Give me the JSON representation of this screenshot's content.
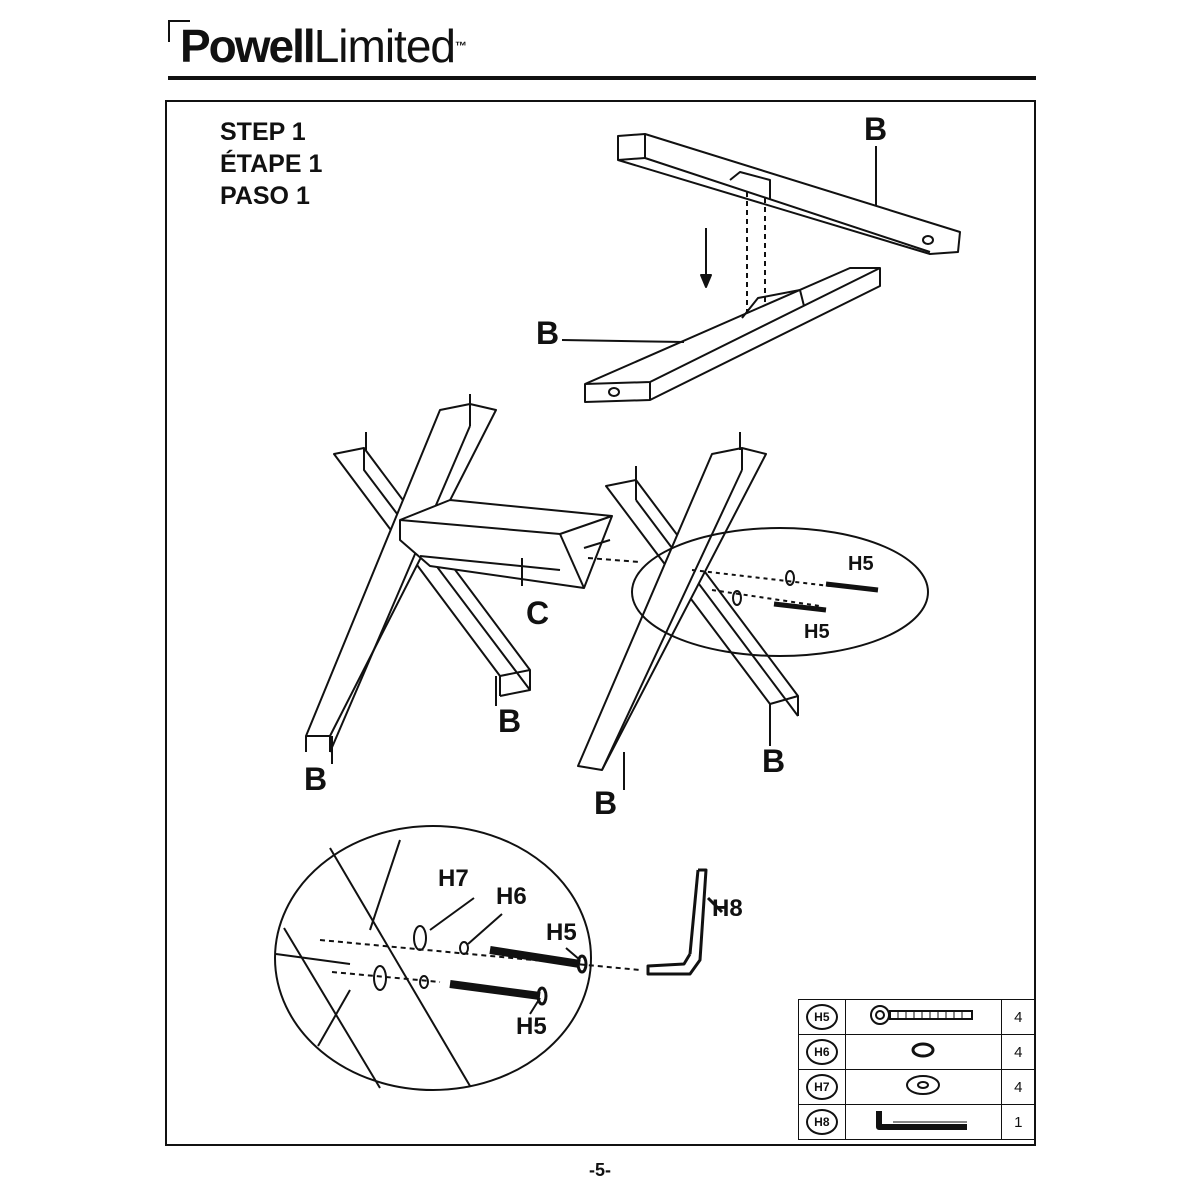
{
  "header": {
    "brand_bold": "Powell",
    "brand_light": "Limited",
    "trademark": "™"
  },
  "step": {
    "en": "STEP 1",
    "fr": "ÉTAPE 1",
    "es": "PASO 1"
  },
  "labels": {
    "beam_top": "B",
    "beam_bottom": "B",
    "stretcher": "C",
    "leg_left_front": "B",
    "leg_left_back": "B",
    "leg_right_front": "B",
    "leg_right_back": "B",
    "bolt_upper": "H5",
    "bolt_lower": "H5"
  },
  "detail": {
    "washer": "H7",
    "lock_washer": "H6",
    "bolt_upper": "H5",
    "bolt_lower": "H5",
    "hex_key": "H8"
  },
  "parts": [
    {
      "code": "H5",
      "icon": "bolt-icon",
      "qty": "4"
    },
    {
      "code": "H6",
      "icon": "lock-washer-icon",
      "qty": "4"
    },
    {
      "code": "H7",
      "icon": "flat-washer-icon",
      "qty": "4"
    },
    {
      "code": "H8",
      "icon": "hex-key-icon",
      "qty": "1"
    }
  ],
  "page_number": "-5-"
}
